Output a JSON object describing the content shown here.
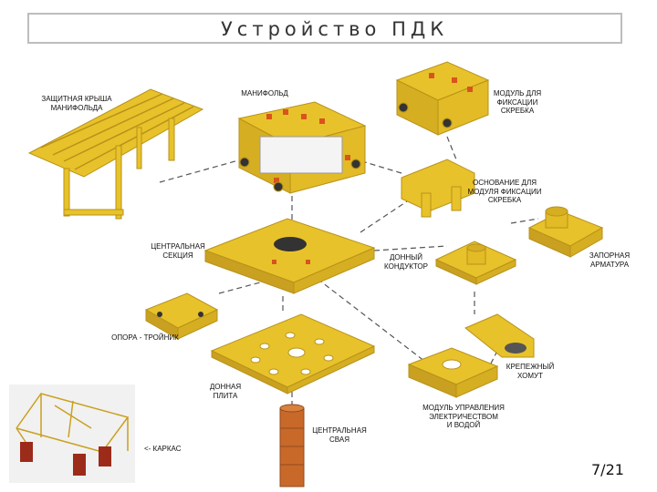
{
  "slide": {
    "title": "Устройство ПДК",
    "page_number": "7/21"
  },
  "labels": {
    "roof": "ЗАЩИТНАЯ КРЫША\nМАНИФОЛЬДА",
    "manifold": "МАНИФОЛЬД",
    "pig_module": "МОДУЛЬ ДЛЯ\nФИКСАЦИИ\nСКРЕБКА",
    "pig_base": "ОСНОВАНИЕ ДЛЯ\nМОДУЛЯ ФИКСАЦИИ\nСКРЕБКА",
    "central_section": "ЦЕНТРАЛЬНАЯ\nСЕКЦИЯ",
    "bottom_conductor": "ДОННЫЙ\nКОНДУКТОР",
    "shutoff_valves": "ЗАПОРНАЯ\nАРМАТУРА",
    "tee_support": "ОПОРА - ТРОЙНИК",
    "clamp": "КРЕПЕЖНЫЙ\nХОМУТ",
    "bottom_plate": "ДОННАЯ\nПЛИТА",
    "control_module": "МОДУЛЬ УПРАВЛЕНИЯ\nЭЛЕКТРИЧЕСТВОМ\nИ ВОДОЙ",
    "central_pile": "ЦЕНТРАЛЬНАЯ\nСВАЯ",
    "frame": "<- КАРКАС"
  },
  "colors": {
    "structure": "#e8c22a",
    "structure_dark": "#b8921a",
    "accent_red": "#d9531e",
    "pile": "#c8692a",
    "leader": "#555555",
    "title_border": "#bdbdbd"
  }
}
